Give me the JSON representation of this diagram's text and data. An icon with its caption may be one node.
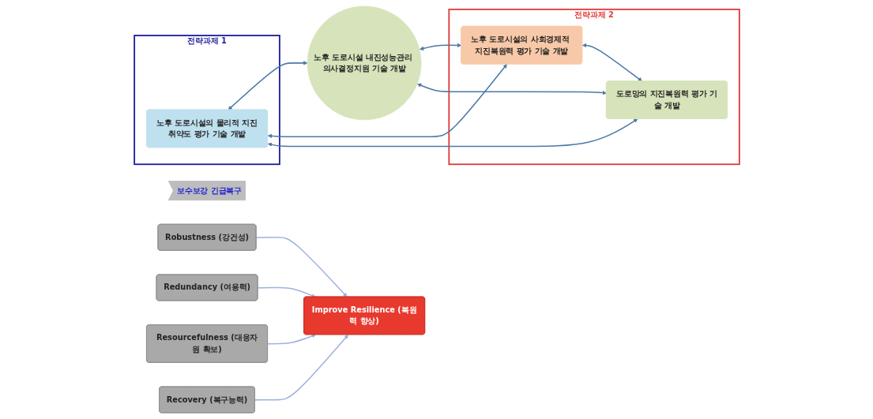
{
  "diagram": {
    "nodes": [
      {
        "text": [
          "전략과제 1"
        ]
      },
      {
        "text": [
          "노후 도로시설의 물리적 지진취약도 평가 기술 개발"
        ],
        "in": 0
      },
      {
        "text": [
          "노후 도로시설 내진성능관리 의사결정지원 기술 개발"
        ]
      },
      {
        "text": [
          "전략과제 2"
        ]
      },
      {
        "text": [
          "노후 도로시설의 사회경제적 지진복원력 평가 기술 개발"
        ],
        "in": 3
      },
      {
        "text": [
          "도로망의 지진복원력 평가 기술 개발"
        ],
        "in": 3
      },
      {
        "text": [
          "보수보강 긴급복구"
        ]
      },
      {
        "text": [
          "Robustness (강건성)"
        ]
      },
      {
        "text": [
          "Redundancy (여용력)"
        ]
      },
      {
        "text": [
          "Resourcefulness (대응자원 확보)"
        ]
      },
      {
        "text": [
          "Recovery (복구능력)"
        ]
      },
      {
        "text": [
          "Improve Resilience (복원력 향상)"
        ]
      }
    ],
    "edges": [
      {
        "from": 1,
        "to": 2,
        "arrow": "both"
      },
      {
        "from": 1,
        "to": 4,
        "arrow": "both"
      },
      {
        "from": 1,
        "to": 5,
        "arrow": "both"
      },
      {
        "from": 2,
        "to": 4,
        "arrow": "both"
      },
      {
        "from": 2,
        "to": 5,
        "arrow": "both"
      },
      {
        "from": 4,
        "to": 5,
        "arrow": "both"
      },
      {
        "from": 7,
        "to": 11,
        "arrow": "to",
        "color": "#9db3dd"
      },
      {
        "from": 8,
        "to": 11,
        "arrow": "to",
        "color": "#9db3dd"
      },
      {
        "from": 9,
        "to": 11,
        "arrow": "to",
        "color": "#9db3dd"
      },
      {
        "from": 10,
        "to": 11,
        "arrow": "to",
        "color": "#9db3dd"
      }
    ]
  }
}
